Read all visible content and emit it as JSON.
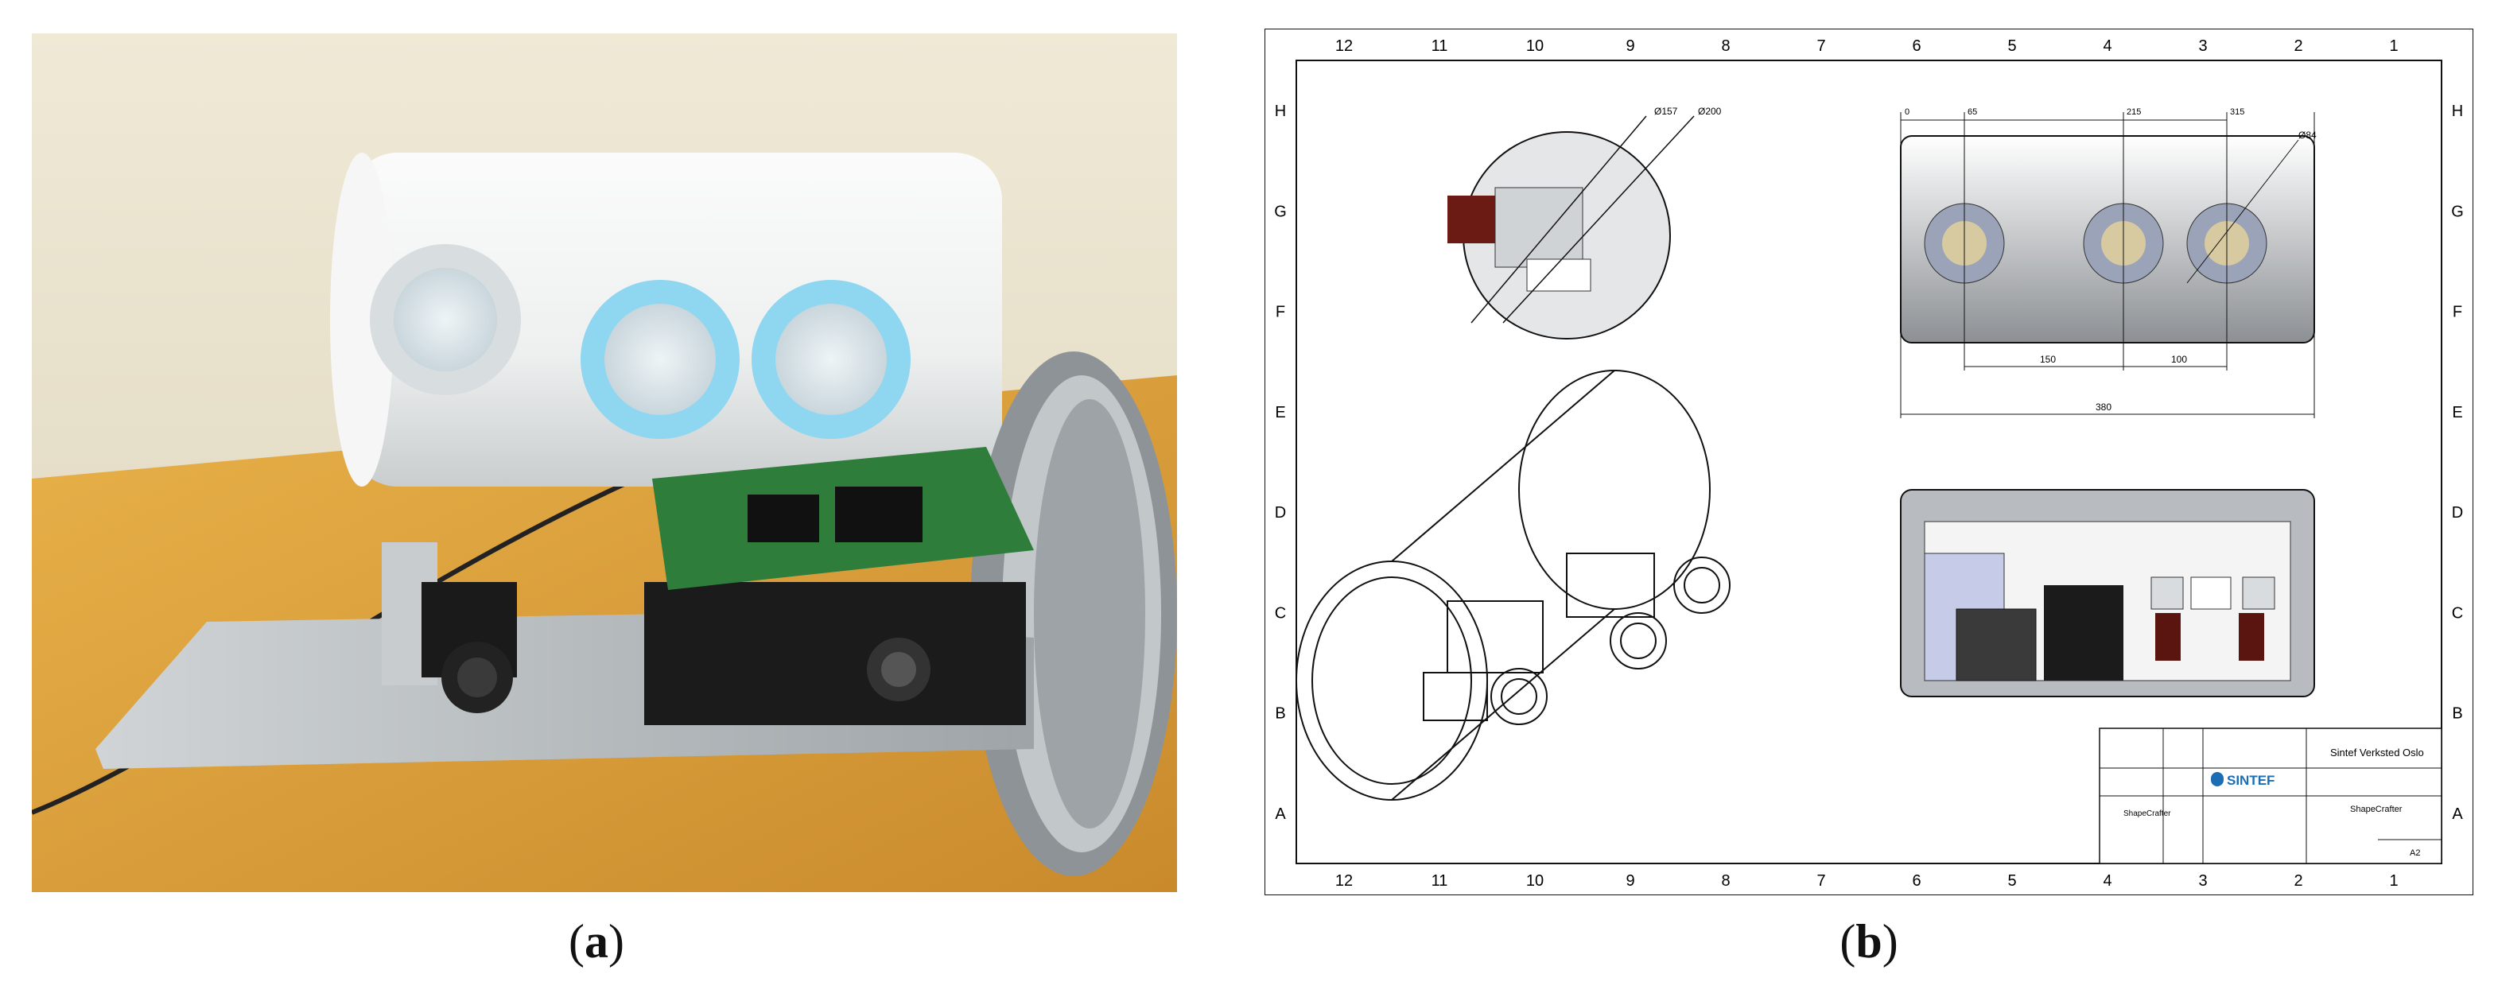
{
  "captions": {
    "a": "a",
    "b": "b"
  },
  "drawing": {
    "columns": [
      "12",
      "11",
      "10",
      "9",
      "8",
      "7",
      "6",
      "5",
      "4",
      "3",
      "2",
      "1"
    ],
    "rows": [
      "H",
      "G",
      "F",
      "E",
      "D",
      "C",
      "B",
      "A"
    ],
    "title_block": {
      "company": "Sintef Verksted Oslo",
      "logo_text": "SINTEF",
      "part_name": "ShapeCrafter",
      "part_name_left": "ShapeCrafter",
      "sheet_size": "A2"
    },
    "dimensions": {
      "d1": "150",
      "d2": "100",
      "d3": "380",
      "top1": "0",
      "top2": "65",
      "top3": "215",
      "top4": "315",
      "phi1": "Ø157",
      "phi2": "Ø200",
      "phi3": "Ø84"
    }
  },
  "colors": {
    "table": "#e0a640",
    "wall": "#e8e2d0",
    "board": "#2e7d3a",
    "aluminium": "#b9bfc4",
    "housing": "#f2f2f2",
    "ring_glow": "#8fd6f0"
  }
}
